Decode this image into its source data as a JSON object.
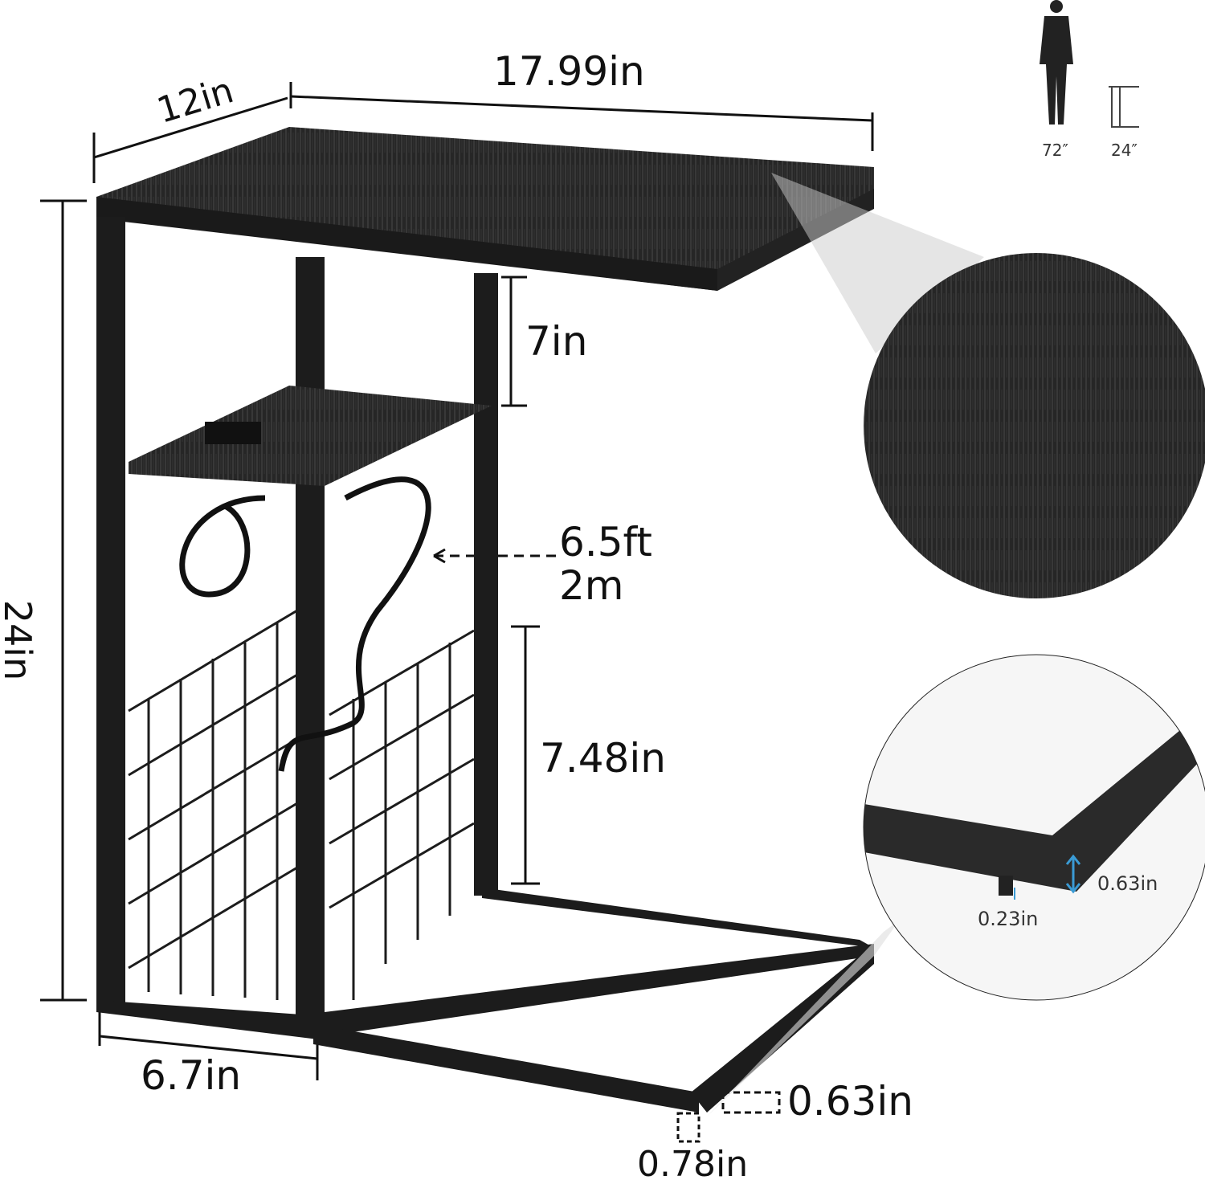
{
  "dimensions": {
    "width": "17.99in",
    "depth": "12in",
    "height": "24in",
    "shelf_gap": "7in",
    "cord_length_ft": "6.5ft",
    "cord_length_m": "2m",
    "basket_height": "7.48in",
    "base_depth": "6.7in",
    "base_tube": "0.63in",
    "foot_height": "0.78in"
  },
  "scale_reference": {
    "person_height": "72″",
    "table_height": "24″"
  },
  "detail_foot": {
    "tube_height": "0.63in",
    "leveler_height": "0.23in"
  },
  "colors": {
    "frame": "#1c1c1c",
    "wood": "#2b2b2b",
    "accent_arrow": "#3a9bd5"
  },
  "icons": [
    "person-silhouette-icon",
    "table-silhouette-icon"
  ]
}
